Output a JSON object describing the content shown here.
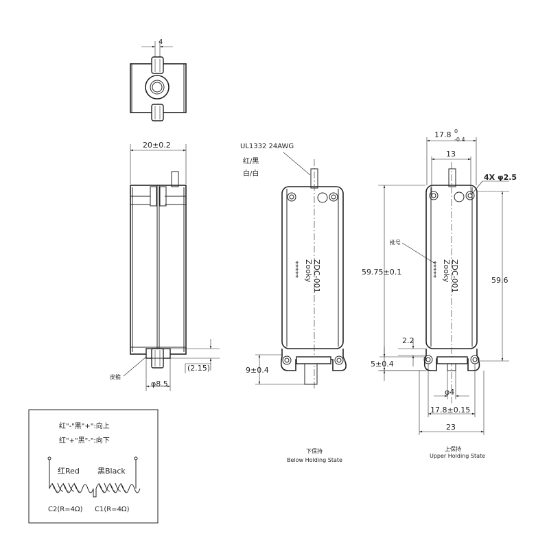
{
  "top_view": {
    "dim_width": "4"
  },
  "side_view": {
    "dim_width": "20±0.2",
    "dim_washer": "(2.15)",
    "dim_shaft_dia": "φ8.5",
    "label_washer": "皮箍"
  },
  "lower_view": {
    "wire_spec": "UL1332 24AWG",
    "wire_color_1": "红/黑",
    "wire_color_2": "白/白",
    "brand": "Zooky",
    "model": "ZDC-001",
    "serial": "*****",
    "dim_height": "9±0.4",
    "caption_cn": "下保持",
    "caption_en": "Below Holding State"
  },
  "upper_view": {
    "dim_top_width": "17.8",
    "dim_top_tol_upper": "0",
    "dim_top_tol_lower": "-0.4",
    "dim_hole_spacing": "13",
    "hole_spec": "4X φ2.5",
    "label_batch": "批号",
    "brand": "Zooky",
    "model": "ZDC-001",
    "serial": "*****",
    "dim_total_length": "59.75±0.1",
    "dim_body_length": "59.6",
    "dim_small": "2.2",
    "dim_shaft_height": "5±0.4",
    "dim_shaft_dia": "φ4",
    "dim_mount_width": "17.8±0.15",
    "dim_overall_width": "23",
    "caption_cn": "上保持",
    "caption_en": "Upper Holding State"
  },
  "wiring_box": {
    "rule_1": "红\"-\"黑\"+\":向上",
    "rule_2": "红\"+\"黑\"-\":向下",
    "label_red": "红Red",
    "label_black": "黑Black",
    "coil_c2": "C2(R=4Ω)",
    "coil_c1": "C1(R=4Ω)"
  }
}
